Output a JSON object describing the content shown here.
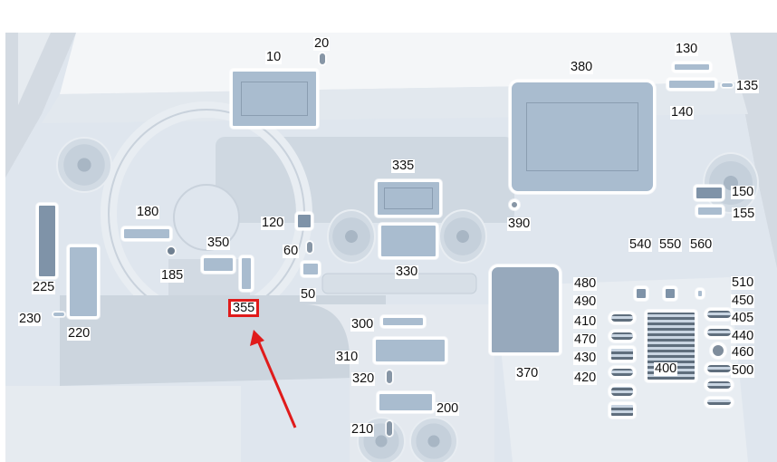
{
  "diagram": {
    "type": "exploded parts diagram",
    "subject": "vehicle dashboard / instrument panel electronics",
    "highlight_color": "#e01b1b",
    "background_color": "#dfe6ee",
    "part_color": "#a9bccf",
    "highlighted_part": "355",
    "arrow": {
      "points_to": "355",
      "color": "#e01b1b"
    },
    "callouts": [
      {
        "id": "c10",
        "label": "10"
      },
      {
        "id": "c20",
        "label": "20"
      },
      {
        "id": "c130",
        "label": "130"
      },
      {
        "id": "c135",
        "label": "135"
      },
      {
        "id": "c140",
        "label": "140"
      },
      {
        "id": "c380",
        "label": "380"
      },
      {
        "id": "c390",
        "label": "390"
      },
      {
        "id": "c150",
        "label": "150"
      },
      {
        "id": "c155",
        "label": "155"
      },
      {
        "id": "c335",
        "label": "335"
      },
      {
        "id": "c330",
        "label": "330"
      },
      {
        "id": "c180",
        "label": "180"
      },
      {
        "id": "c185",
        "label": "185"
      },
      {
        "id": "c120",
        "label": "120"
      },
      {
        "id": "c60",
        "label": "60"
      },
      {
        "id": "c50",
        "label": "50"
      },
      {
        "id": "c350",
        "label": "350"
      },
      {
        "id": "c355",
        "label": "355"
      },
      {
        "id": "c225",
        "label": "225"
      },
      {
        "id": "c220",
        "label": "220"
      },
      {
        "id": "c230",
        "label": "230"
      },
      {
        "id": "c300",
        "label": "300"
      },
      {
        "id": "c310",
        "label": "310"
      },
      {
        "id": "c320",
        "label": "320"
      },
      {
        "id": "c200",
        "label": "200"
      },
      {
        "id": "c210",
        "label": "210"
      },
      {
        "id": "c370",
        "label": "370"
      },
      {
        "id": "c400",
        "label": "400"
      },
      {
        "id": "c540",
        "label": "540"
      },
      {
        "id": "c550",
        "label": "550"
      },
      {
        "id": "c560",
        "label": "560"
      },
      {
        "id": "c480",
        "label": "480"
      },
      {
        "id": "c490",
        "label": "490"
      },
      {
        "id": "c410",
        "label": "410"
      },
      {
        "id": "c470",
        "label": "470"
      },
      {
        "id": "c430",
        "label": "430"
      },
      {
        "id": "c420",
        "label": "420"
      },
      {
        "id": "c510",
        "label": "510"
      },
      {
        "id": "c450",
        "label": "450"
      },
      {
        "id": "c405",
        "label": "405"
      },
      {
        "id": "c440",
        "label": "440"
      },
      {
        "id": "c460",
        "label": "460"
      },
      {
        "id": "c500",
        "label": "500"
      }
    ]
  }
}
